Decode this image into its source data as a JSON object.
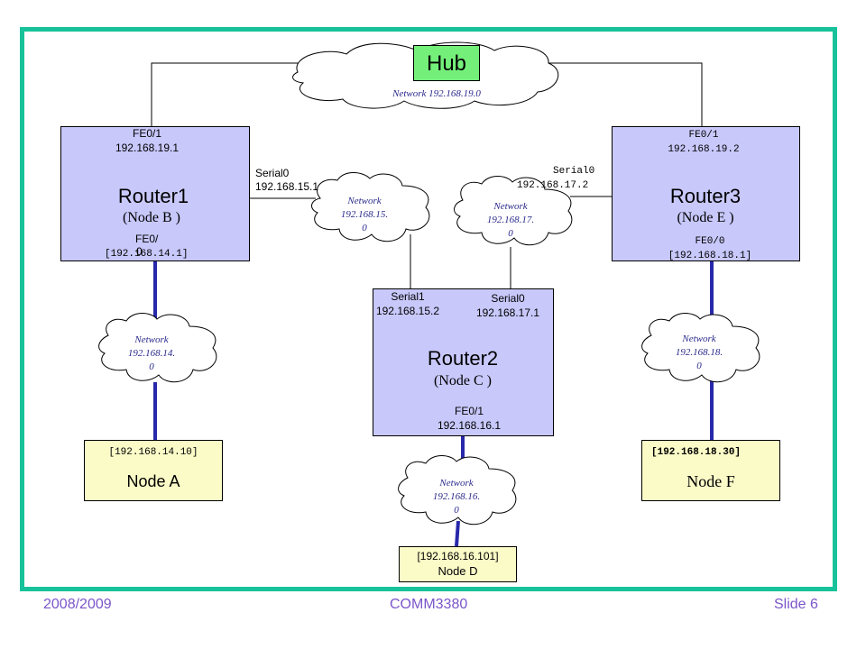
{
  "hub": {
    "label": "Hub",
    "network": "Network 192.168.19.0"
  },
  "router1": {
    "title": "Router1",
    "node": "Node B",
    "fe01": "FE0/1",
    "fe01_ip": "192.168.19.1",
    "fe00_a": "FE0/",
    "fe00_b": "0",
    "fe00_ip": "[192.168.14.1]",
    "serial": "Serial0",
    "serial_ip": "192.168.15.1"
  },
  "router2": {
    "title": "Router2",
    "node": "Node C",
    "serial1": "Serial1",
    "serial1_ip": "192.168.15.2",
    "serial0": "Serial0",
    "serial0_ip": "192.168.17.1",
    "fe01": "FE0/1",
    "fe01_ip": "192.168.16.1"
  },
  "router3": {
    "title": "Router3",
    "node": "Node E",
    "fe01": "FE0/1",
    "fe01_ip": "192.168.19.2",
    "fe00": "FE0/0",
    "fe00_ip": "[192.168.18.1]",
    "serial": "Serial0",
    "serial_ip": "192.168.17.2"
  },
  "clouds": {
    "net15": [
      "Network",
      "192.168.15.",
      "0"
    ],
    "net17": [
      "Network",
      "192.168.17.",
      "0"
    ],
    "net14": [
      "Network",
      "192.168.14.",
      "0"
    ],
    "net18": [
      "Network",
      "192.168.18.",
      "0"
    ],
    "net16": [
      "Network",
      "192.168.16.",
      "0"
    ]
  },
  "nodes": {
    "a": {
      "ip": "[192.168.14.10]",
      "label": "Node A"
    },
    "f": {
      "ip": "[192.168.18.30]",
      "label": "Node F"
    },
    "d": {
      "ip": "[192.168.16.101]",
      "label": "Node D"
    }
  },
  "footer": {
    "left": "2008/2009",
    "center": "COMM3380",
    "right": "Slide 6"
  },
  "colors": {
    "frame": "#17c29a",
    "router": "#c8c8fb",
    "node": "#fbfbc8",
    "hub": "#74f07a",
    "link": "#2828aa",
    "footer": "#7a55c9"
  }
}
